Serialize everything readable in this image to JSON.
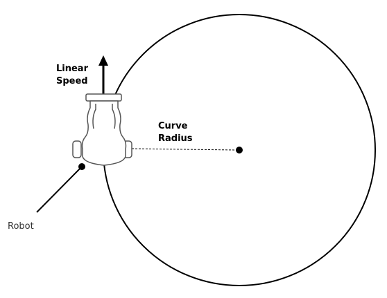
{
  "labels": {
    "linear_speed_line1": "Linear",
    "linear_speed_line2": "Speed",
    "curve_radius_line1": "Curve",
    "curve_radius_line2": "Radius",
    "robot": "Robot"
  },
  "colors": {
    "stroke": "#000000",
    "robot_outline": "#555555",
    "background": "#ffffff"
  }
}
